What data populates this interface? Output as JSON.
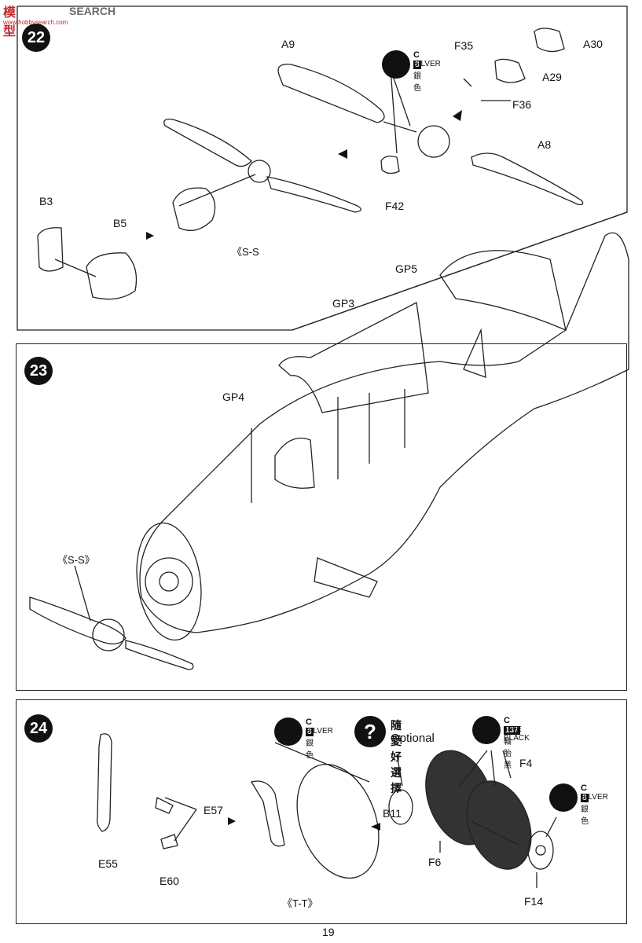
{
  "watermark": {
    "logo": "模型",
    "text": "SEARCH",
    "url": "www.hobbysearch.com"
  },
  "page_number": "19",
  "step22": {
    "number": "22",
    "parts": {
      "A9": "A9",
      "A30": "A30",
      "F35": "F35",
      "A29": "A29",
      "F36": "F36",
      "A8": "A8",
      "F42": "F42",
      "B3": "B3",
      "B5": "B5"
    },
    "sub_ref": "《S-S",
    "paint": {
      "code": "C",
      "num": "8",
      "name": "SILVER",
      "cn": "銀色"
    }
  },
  "step23": {
    "number": "23",
    "parts": {
      "GP5": "GP5",
      "GP3": "GP3",
      "GP4": "GP4"
    },
    "sub_ref": "《S-S》"
  },
  "step24": {
    "number": "24",
    "parts": {
      "E57": "E57",
      "E55": "E55",
      "E60": "E60",
      "B11": "B11",
      "F4": "F4",
      "F6": "F6",
      "F14": "F14"
    },
    "sub_ref": "《T-T》",
    "paint_silver_1": {
      "code": "C",
      "num": "8",
      "name": "SILVER",
      "cn": "銀色"
    },
    "paint_tire": {
      "code": "C",
      "num": "137",
      "name": "TIRE BLACK",
      "cn": "輪胎黑"
    },
    "paint_silver_2": {
      "code": "C",
      "num": "8",
      "name": "SILVER",
      "cn": "銀色"
    },
    "optional": {
      "cn": "隨愛好選擇",
      "en": "Optional"
    }
  }
}
